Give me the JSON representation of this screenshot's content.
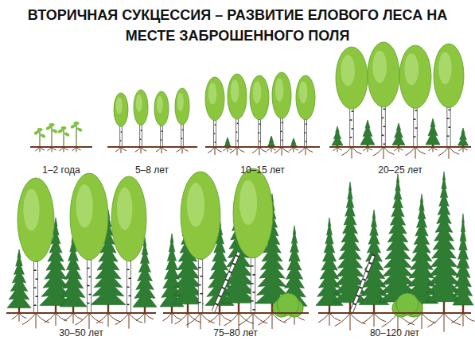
{
  "diagram": {
    "title": "ВТОРИЧНАЯ СУКЦЕССИЯ – РАЗВИТИЕ ЕЛОВОГО ЛЕСА НА МЕСТЕ ЗАБРОШЕННОГО ПОЛЯ",
    "labels": [
      "1–2 года",
      "5–8 лет",
      "10–15 лет",
      "20–25 лет",
      "30–50 лет",
      "75–80 лет",
      "80–120 лет"
    ]
  }
}
